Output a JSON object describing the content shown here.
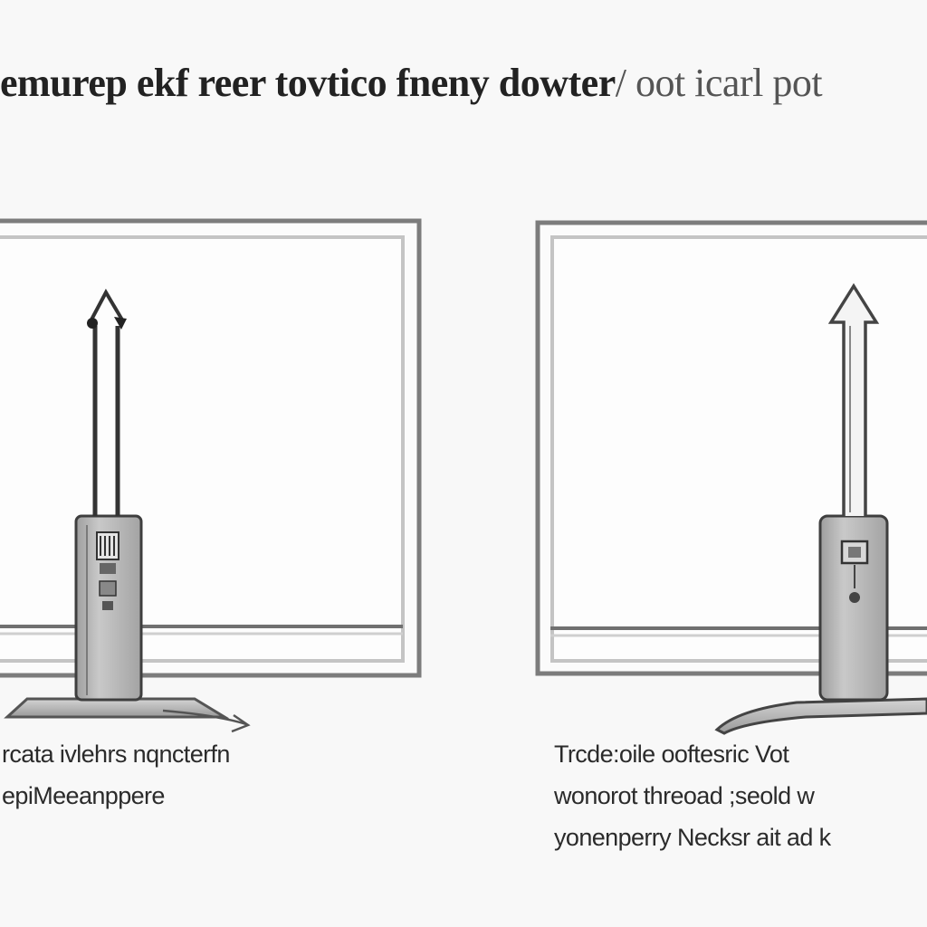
{
  "title": {
    "part1": "emurep ekf reer",
    "part2": " tovtico fneny dowter",
    "part3": "/ oot icarl pot"
  },
  "captions": {
    "left": [
      "rcata ivlehrs nqncterfn",
      "epiMeeanppere"
    ],
    "right": [
      "Trcde:oile ooftesric Vot",
      "wonorot  threoad ;seold w",
      "yonenperry Necksr ait ad k"
    ]
  },
  "colors": {
    "background": "#f8f8f8",
    "frame_outer": "#8a8a8a",
    "frame_inner": "#c8c8c8",
    "device_body": "#b9b9b9",
    "line": "#444444"
  },
  "icons": {
    "left_arrow": "split-arrow-up-icon",
    "right_arrow": "arrow-up-icon"
  }
}
